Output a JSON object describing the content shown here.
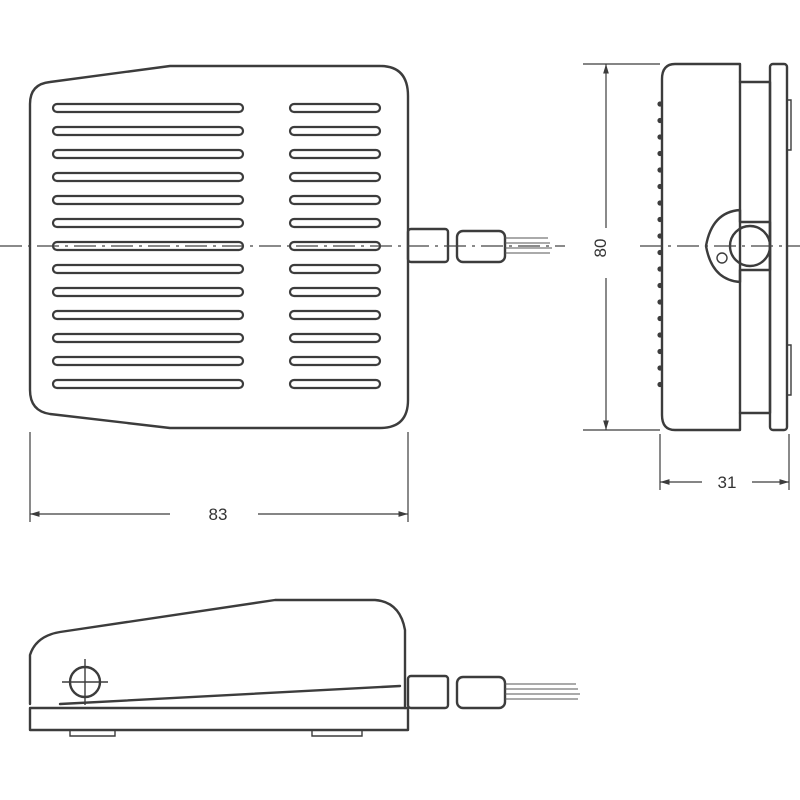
{
  "dimensions": {
    "width": "83",
    "height": "80",
    "depth": "31"
  }
}
